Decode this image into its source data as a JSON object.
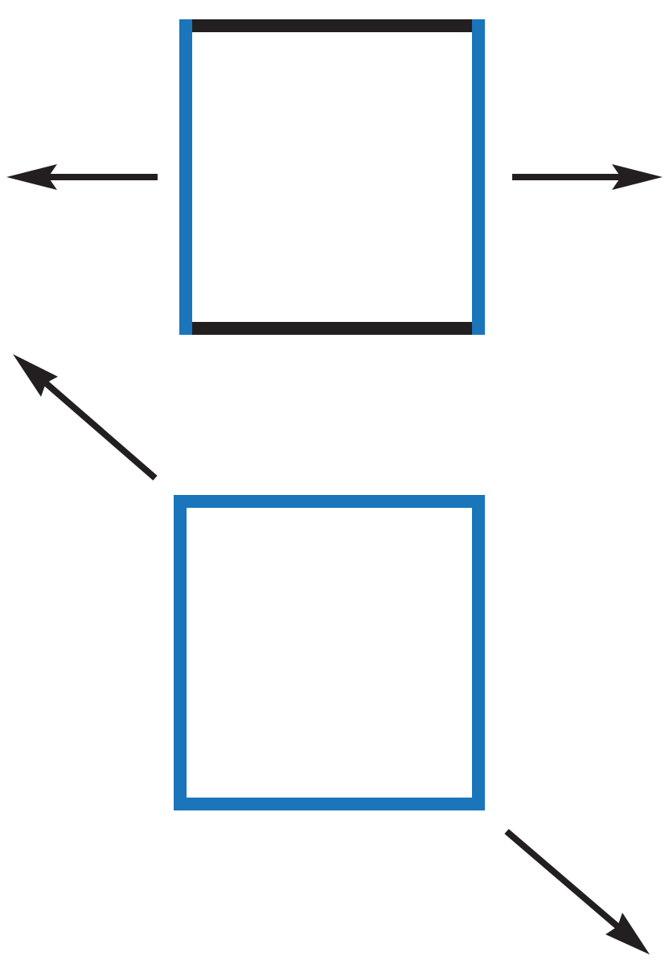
{
  "diagram": {
    "colors": {
      "background": "#ffffff",
      "blue": "#1a75bb",
      "black": "#231f20"
    },
    "top_figure": {
      "shape": "square",
      "vertical_sides_color": "blue",
      "horizontal_sides_color": "black",
      "arrows": [
        "left",
        "right"
      ]
    },
    "bottom_figure": {
      "shape": "square",
      "sides_color": "blue",
      "arrows": [
        "up-left",
        "down-right"
      ]
    }
  }
}
